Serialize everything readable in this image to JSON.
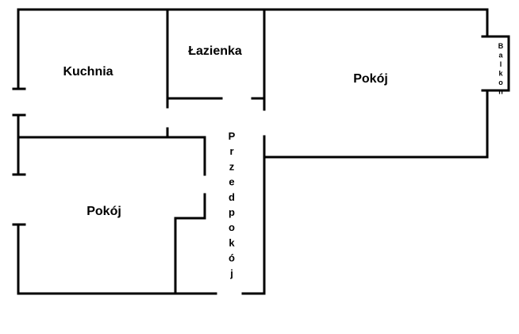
{
  "rooms": {
    "kitchen": "Kuchnia",
    "bathroom": "Łazienka",
    "room_right": "Pokój",
    "room_left": "Pokój",
    "hallway": "Przedpokój",
    "balcony": "Balkon"
  }
}
